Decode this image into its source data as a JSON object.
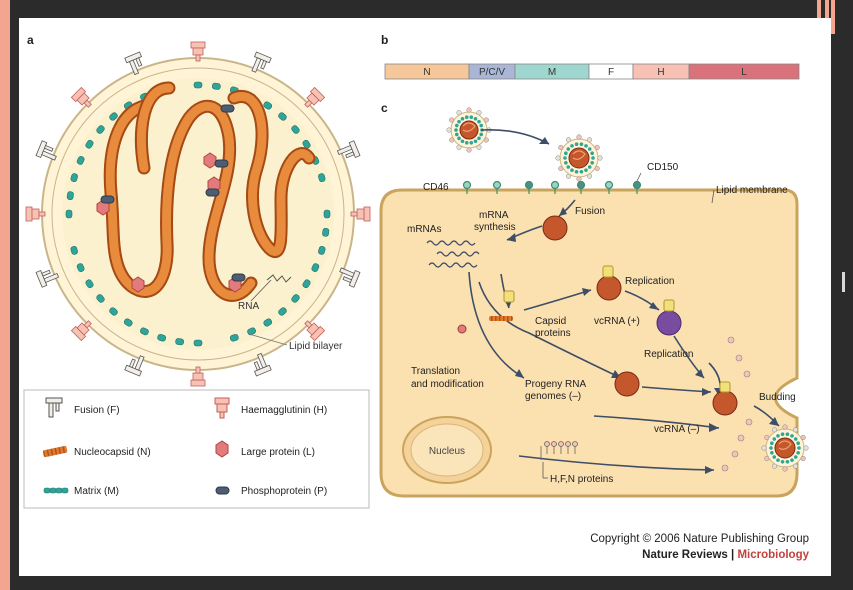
{
  "panel_labels": {
    "a": "a",
    "b": "b",
    "c": "c"
  },
  "virion": {
    "rna_label": "RNA",
    "lipid_bilayer_label": "Lipid bilayer"
  },
  "legend": {
    "fusion": "Fusion (F)",
    "haemagglutinin": "Haemagglutinin (H)",
    "nucleocapsid": "Nucleocapsid (N)",
    "large_protein": "Large protein (L)",
    "matrix": "Matrix (M)",
    "phosphoprotein": "Phosphoprotein (P)"
  },
  "genome_bar": {
    "segments": [
      "N",
      "P/C/V",
      "M",
      "F",
      "H",
      "L"
    ],
    "colors": [
      "#f6c79a",
      "#a9b6d6",
      "#9fd6cf",
      "#ffffff",
      "#f7c2b4",
      "#d9727a"
    ]
  },
  "lifecycle": {
    "cd46": "CD46",
    "cd150": "CD150",
    "lipid_membrane": "Lipid membrane",
    "mrnas": "mRNAs",
    "mrna_synthesis_1": "mRNA",
    "mrna_synthesis_2": "synthesis",
    "fusion": "Fusion",
    "replication_1": "Replication",
    "replication_2": "Replication",
    "capsid_1": "Capsid",
    "capsid_2": "proteins",
    "vcrna_plus": "vcRNA (+)",
    "translation_1": "Translation",
    "translation_2": "and modification",
    "progeny_1": "Progeny RNA",
    "progeny_2": "genomes (–)",
    "vcrna_minus": "vcRNA (–)",
    "budding": "Budding",
    "nucleus": "Nucleus",
    "hfn": "H,F,N proteins"
  },
  "footer": {
    "copyright": "Copyright © 2006 Nature Publishing Group",
    "journal": "Nature Reviews",
    "separator": " | ",
    "section": "Microbiology"
  },
  "colors": {
    "orange": "#e07a2c",
    "teal": "#2fa59a",
    "pink": "#e98b86",
    "cell": "#fbe0b0",
    "membrane_fill": "#fff4d6",
    "accent_red": "#c4403c"
  }
}
